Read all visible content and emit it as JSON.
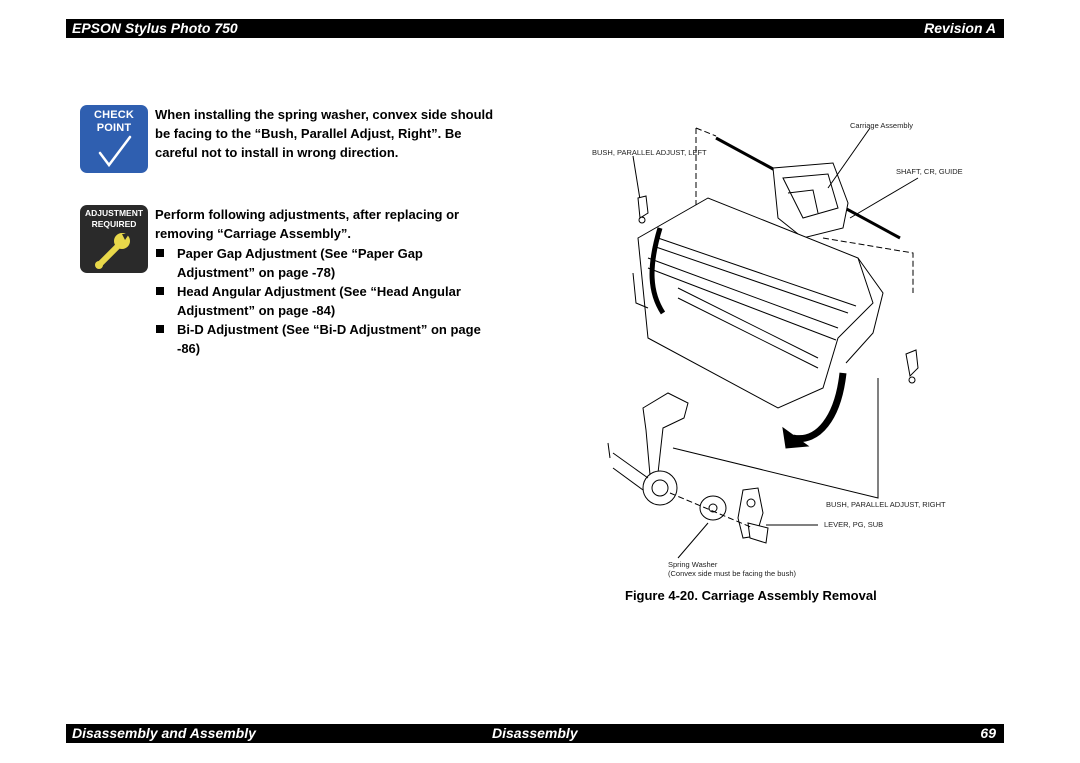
{
  "header": {
    "left": "EPSON Stylus Photo 750",
    "right": "Revision A"
  },
  "check_point": {
    "badge_line1": "CHECK",
    "badge_line2": "POINT",
    "text": "When installing the spring washer, convex side should be facing to the “Bush, Parallel Adjust, Right”. Be careful not to install in wrong direction."
  },
  "adjustment": {
    "badge_line1": "ADJUSTMENT",
    "badge_line2": "REQUIRED",
    "text": "Perform following adjustments, after replacing or removing “Carriage Assembly”.",
    "items": [
      "Paper Gap Adjustment (See “Paper Gap Adjustment” on page -78)",
      "Head Angular Adjustment (See “Head Angular Adjustment” on page -84)",
      "Bi-D Adjustment (See “Bi-D Adjustment” on page -86)"
    ]
  },
  "figure": {
    "labels": {
      "carriage_assembly": "Carriage Assembly",
      "bush_left": "BUSH, PARALLEL ADJUST, LEFT",
      "shaft_guide": "SHAFT, CR, GUIDE",
      "bush_right": "BUSH, PARALLEL ADJUST, RIGHT",
      "lever": "LEVER, PG, SUB",
      "spring_washer": "Spring Washer",
      "spring_washer_note": "(Convex side must be facing the bush)"
    },
    "caption": "Figure 4-20. Carriage Assembly Removal"
  },
  "footer": {
    "left": "Disassembly and Assembly",
    "center": "Disassembly",
    "right": "69"
  }
}
